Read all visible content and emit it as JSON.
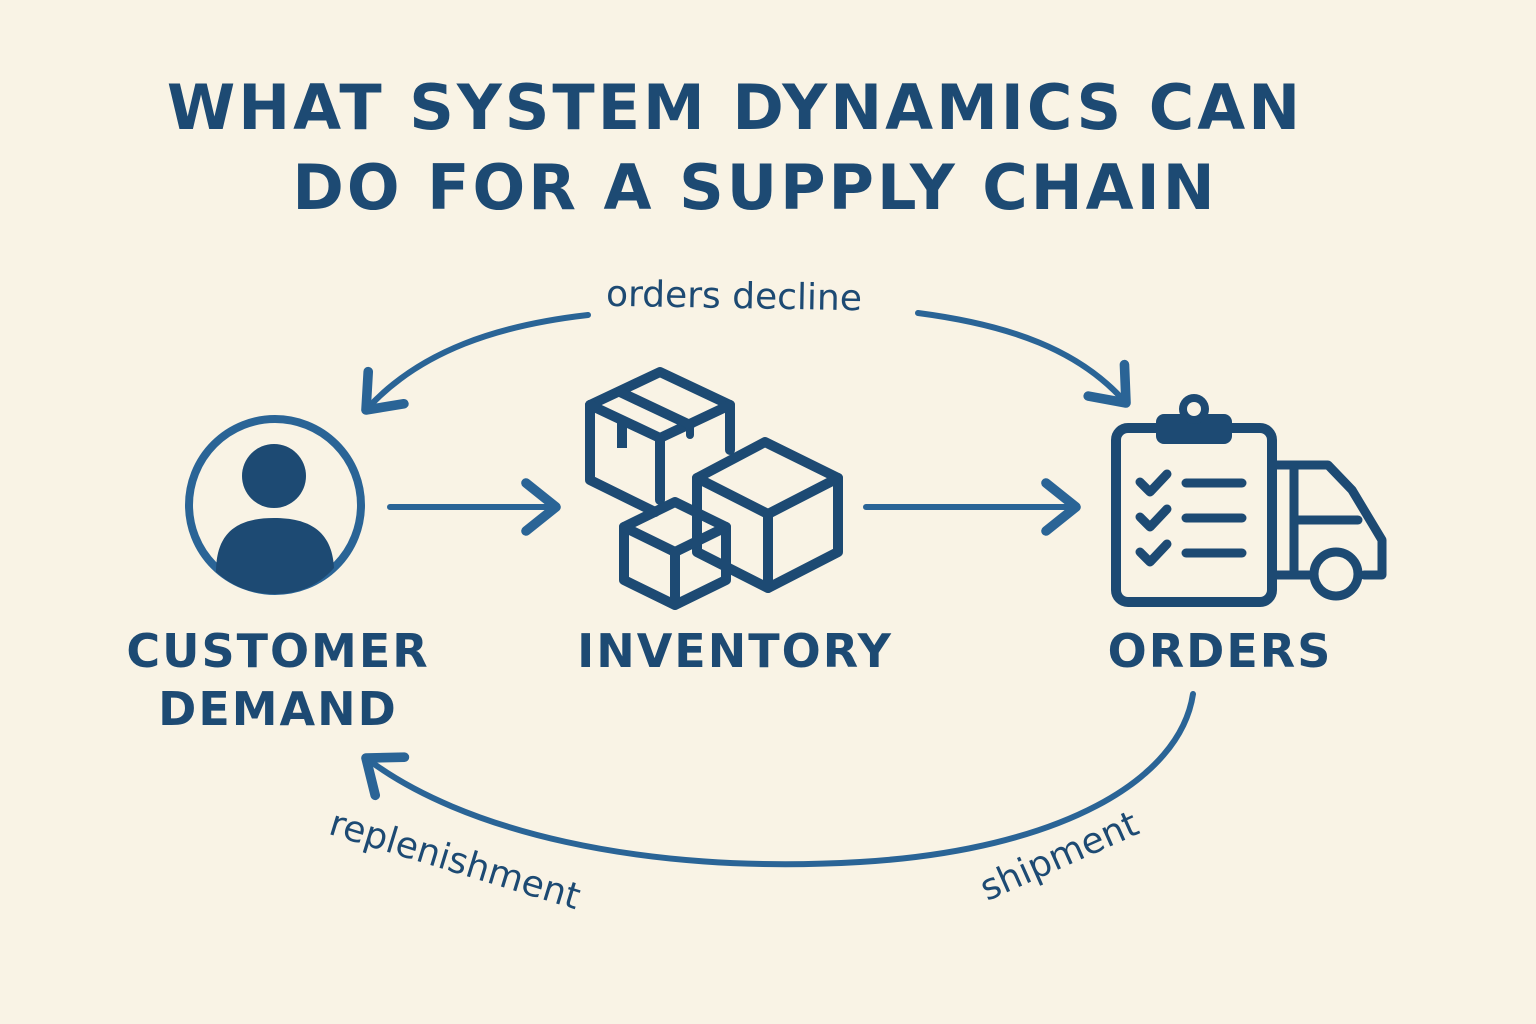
{
  "title": {
    "line1": "WHAT SYSTEM DYNAMICS CAN",
    "line2": "DO FOR A SUPPLY CHAIN"
  },
  "colors": {
    "background": "#f9f3e5",
    "text": "#1d4a73",
    "arrow": "#2a6496",
    "icon": "#1d4a73"
  },
  "nodes": [
    {
      "id": "customer-demand",
      "label_line1": "CUSTOMER",
      "label_line2": "DEMAND",
      "icon": "person-icon"
    },
    {
      "id": "inventory",
      "label": "INVENTORY",
      "icon": "boxes-icon"
    },
    {
      "id": "orders",
      "label": "ORDERS",
      "icon": "clipboard-truck-icon"
    }
  ],
  "flows": [
    {
      "from": "customer-demand",
      "to": "inventory",
      "label": ""
    },
    {
      "from": "inventory",
      "to": "orders",
      "label": ""
    },
    {
      "from": "orders",
      "to": "customer-demand",
      "label": "orders decline",
      "direction": "top-arc"
    },
    {
      "from": "orders",
      "to": "customer-demand",
      "label": "replenishment",
      "direction": "bottom-arc"
    },
    {
      "from": "orders",
      "to": "customer-demand",
      "label": "shipment",
      "direction": "bottom-arc"
    }
  ],
  "labels": {
    "top_arc": "orders decline",
    "bottom_left": "replenishment",
    "bottom_right": "shipment"
  }
}
